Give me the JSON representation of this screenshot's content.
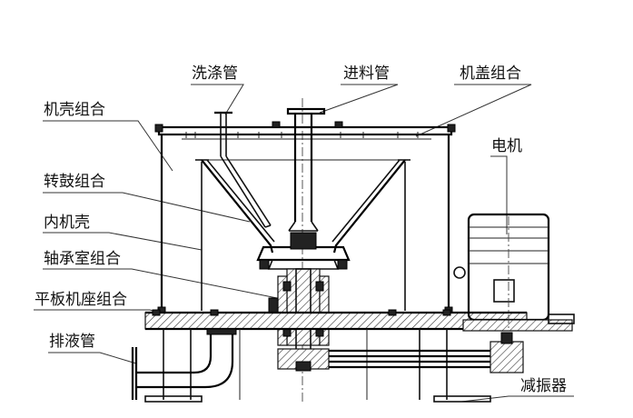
{
  "labels": {
    "washing_pipe": "洗涤管",
    "feed_pipe": "进料管",
    "cover_assembly": "机盖组合",
    "casing_assembly": "机壳组合",
    "motor": "电机",
    "drum_assembly": "转鼓组合",
    "inner_casing": "内机壳",
    "bearing_housing_assembly": "轴承室组合",
    "base_assembly": "平板机座组合",
    "drain_pipe": "排液管",
    "damper": "减振器"
  }
}
